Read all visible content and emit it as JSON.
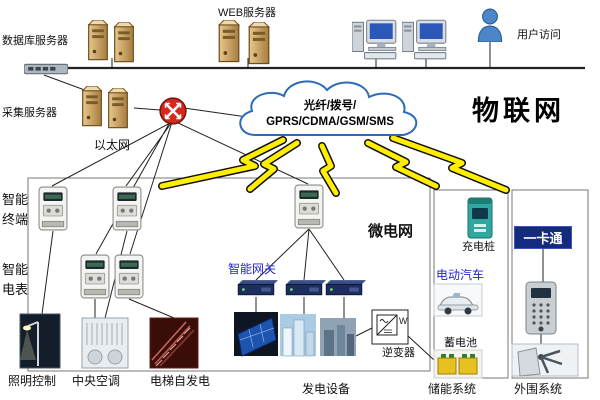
{
  "diagram": {
    "title": "物联网",
    "cloud": {
      "line1": "光纤/拨号/",
      "line2": "GPRS/CDMA/GSM/SMS"
    },
    "top": {
      "database_server": "数据库服务器",
      "web_server": "WEB服务器",
      "user_access": "用户访问"
    },
    "network": {
      "collection_server": "采集服务器",
      "ethernet": "以太网"
    },
    "microgrid": {
      "name": "微电网",
      "smart_terminal": "智能终端",
      "smart_meter": "智能电表",
      "smart_gateway": "智能网关",
      "inverter": "逆变器",
      "inverter_w": "W",
      "lighting_control": "照明控制",
      "central_ac": "中央空调",
      "elevator_selfgen": "电梯自发电",
      "power_equipment": "发电设备"
    },
    "right": {
      "charging_pile": "充电桩",
      "electric_vehicle": "电动汽车",
      "one_card": "一卡通",
      "battery": "蓄电池",
      "storage_system": "储能系统",
      "peripheral_system": "外围系统"
    },
    "colors": {
      "lightning": "#ffee00",
      "cloud_stroke": "#2c6cb5",
      "blue_label": "#2026c8",
      "one_card_bg": "#132a7e",
      "bus_line": "#1a1a1a"
    }
  }
}
